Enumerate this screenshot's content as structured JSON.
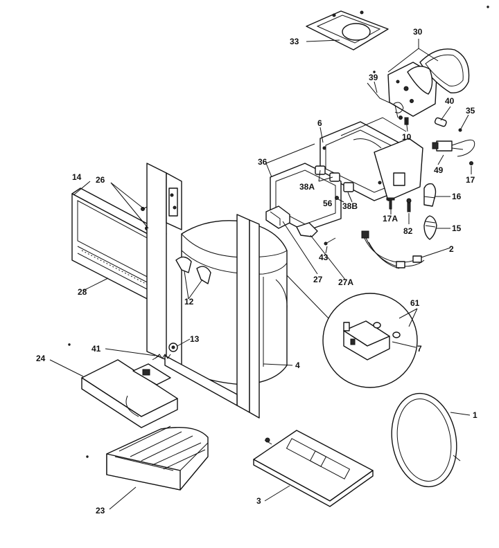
{
  "diagram": {
    "callouts": [
      {
        "id": "c1",
        "label": "1"
      },
      {
        "id": "c2",
        "label": "2"
      },
      {
        "id": "c3",
        "label": "3"
      },
      {
        "id": "c4",
        "label": "4"
      },
      {
        "id": "c6",
        "label": "6"
      },
      {
        "id": "c7",
        "label": "7"
      },
      {
        "id": "c10",
        "label": "10"
      },
      {
        "id": "c12",
        "label": "12"
      },
      {
        "id": "c13",
        "label": "13"
      },
      {
        "id": "c14",
        "label": "14"
      },
      {
        "id": "c15",
        "label": "15"
      },
      {
        "id": "c16",
        "label": "16"
      },
      {
        "id": "c17",
        "label": "17"
      },
      {
        "id": "c17a",
        "label": "17A"
      },
      {
        "id": "c23",
        "label": "23"
      },
      {
        "id": "c24",
        "label": "24"
      },
      {
        "id": "c26",
        "label": "26"
      },
      {
        "id": "c27",
        "label": "27"
      },
      {
        "id": "c27a",
        "label": "27A"
      },
      {
        "id": "c28",
        "label": "28"
      },
      {
        "id": "c30",
        "label": "30"
      },
      {
        "id": "c33",
        "label": "33"
      },
      {
        "id": "c35",
        "label": "35"
      },
      {
        "id": "c36",
        "label": "36"
      },
      {
        "id": "c38a",
        "label": "38A"
      },
      {
        "id": "c38b",
        "label": "38B"
      },
      {
        "id": "c39",
        "label": "39"
      },
      {
        "id": "c40",
        "label": "40"
      },
      {
        "id": "c41",
        "label": "41"
      },
      {
        "id": "c43",
        "label": "43"
      },
      {
        "id": "c49",
        "label": "49"
      },
      {
        "id": "c56",
        "label": "56"
      },
      {
        "id": "c61",
        "label": "61"
      },
      {
        "id": "c82",
        "label": "82"
      }
    ]
  }
}
